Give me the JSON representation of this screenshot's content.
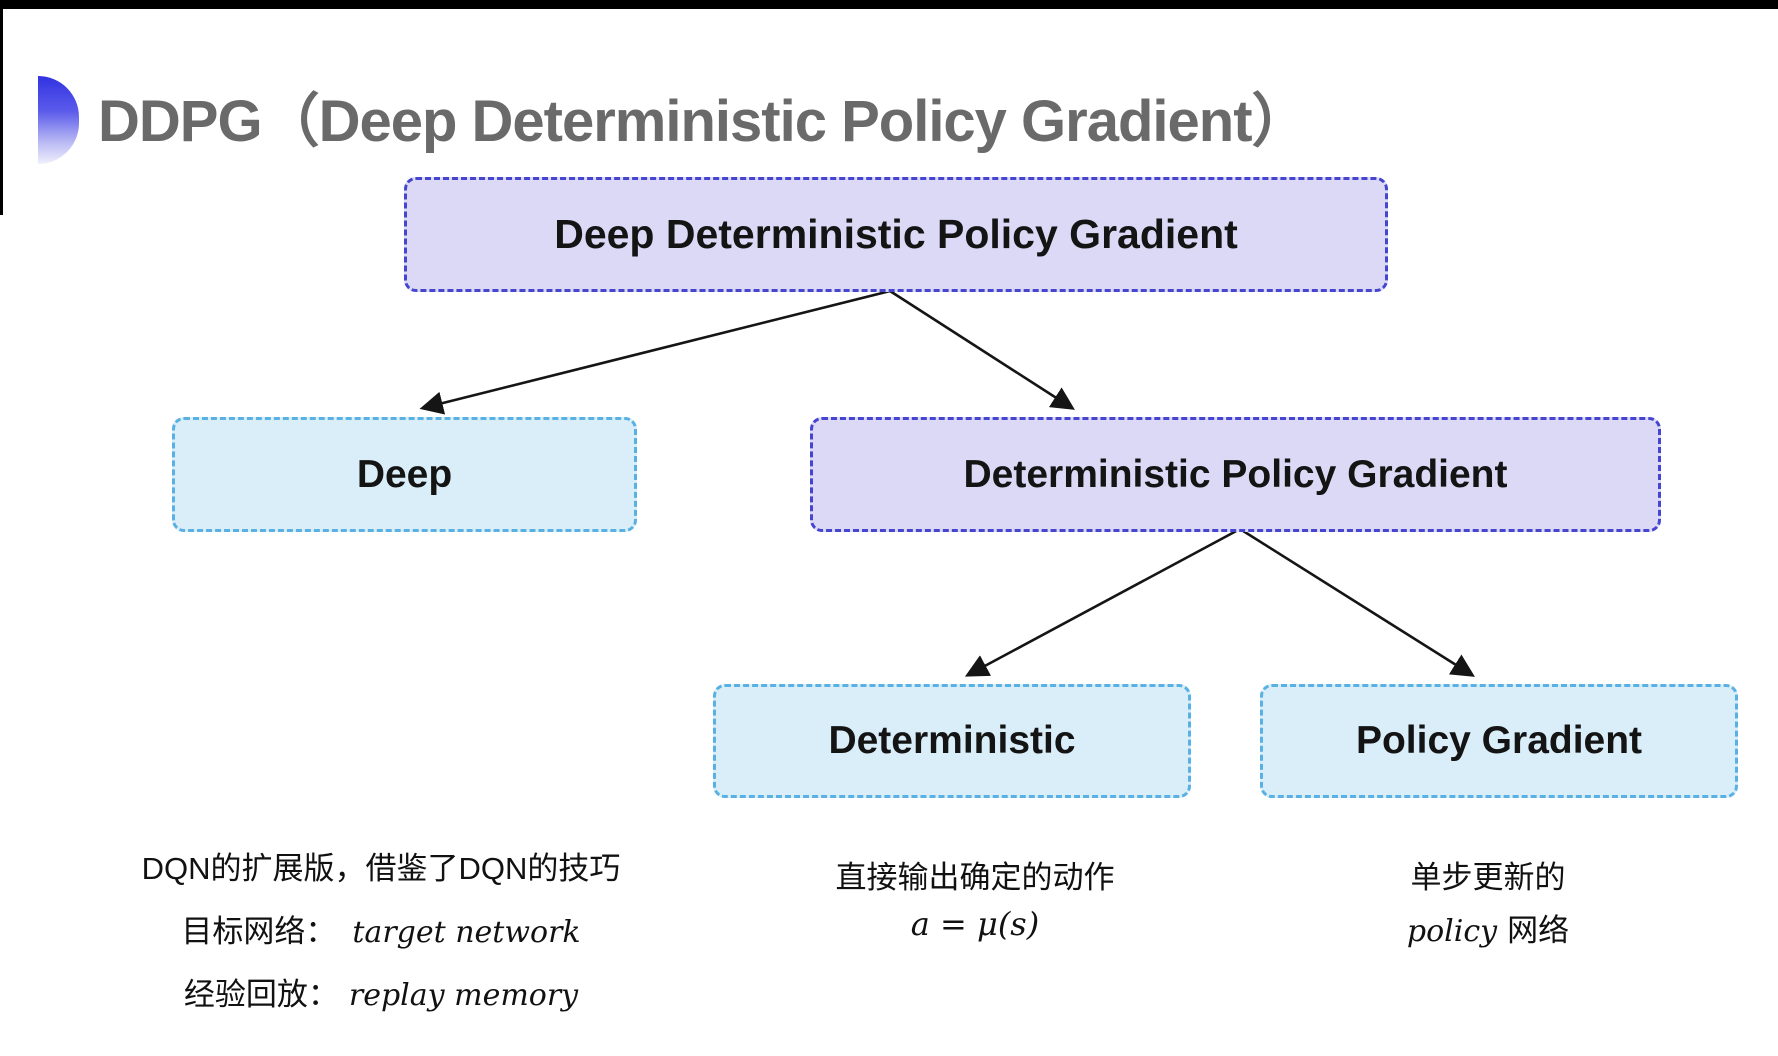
{
  "header": {
    "title": "DDPG（Deep Deterministic Policy Gradient）",
    "accent_icon": "half-circle-gradient-icon",
    "title_color": "#6a6a6a"
  },
  "colors": {
    "lavender_fill": "#dcd9f6",
    "lavender_border": "#4545cf",
    "cyan_fill": "#daeefa",
    "cyan_border": "#58b1e2",
    "arrow": "#151515",
    "icon_blue": "#3232e2"
  },
  "diagram": {
    "nodes": {
      "root": {
        "label": "Deep Deterministic Policy Gradient",
        "style": "lavender"
      },
      "deep": {
        "label": "Deep",
        "style": "cyan"
      },
      "dpg": {
        "label": "Deterministic Policy Gradient",
        "style": "lavender"
      },
      "det": {
        "label": "Deterministic",
        "style": "cyan"
      },
      "pg": {
        "label": "Policy Gradient",
        "style": "cyan"
      }
    },
    "edges": [
      {
        "from": "root",
        "to": "deep"
      },
      {
        "from": "root",
        "to": "dpg"
      },
      {
        "from": "dpg",
        "to": "det"
      },
      {
        "from": "dpg",
        "to": "pg"
      }
    ]
  },
  "notes": {
    "deep": {
      "line1": "DQN的扩展版，借鉴了DQN的技巧",
      "target_label": "目标网络：",
      "target_value": "target network",
      "replay_label": "经验回放：",
      "replay_value": "replay memory"
    },
    "det": {
      "line1": "直接输出确定的动作",
      "formula": "a = μ(s)"
    },
    "pg": {
      "line1": "单步更新的",
      "line2_italic": "policy",
      "line2_rest": "网络"
    }
  }
}
